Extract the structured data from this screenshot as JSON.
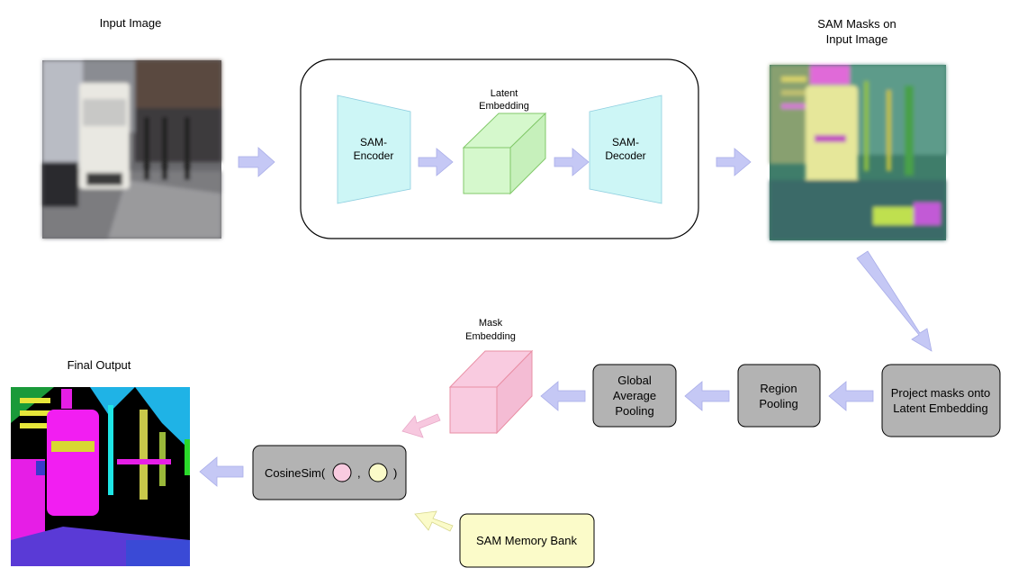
{
  "input_image": {
    "label": "Input Image"
  },
  "encoder": {
    "line1": "SAM-",
    "line2": "Encoder"
  },
  "latent": {
    "line1": "Latent",
    "line2": "Embedding"
  },
  "decoder": {
    "line1": "SAM-",
    "line2": "Decoder"
  },
  "sam_masks": {
    "line1": "SAM Masks on",
    "line2": "Input Image"
  },
  "project": {
    "line1": "Project masks onto",
    "line2": "Latent Embedding"
  },
  "region_pooling": {
    "line1": "Region",
    "line2": "Pooling"
  },
  "gap": {
    "line1": "Global",
    "line2": "Average",
    "line3": "Pooling"
  },
  "mask_embedding": {
    "line1": "Mask",
    "line2": "Embedding"
  },
  "cosine": {
    "prefix": "CosineSim(",
    "comma": ",",
    "suffix": ")"
  },
  "memory_bank": {
    "label": "SAM Memory Bank"
  },
  "final_output": {
    "label": "Final Output"
  },
  "colors": {
    "arrow": "#c5c8f5",
    "arrow_pink": "#f7c8df",
    "arrow_yellow": "#fbfbc9",
    "encoder": "#cdf6f6",
    "latent": "#d5f8cc",
    "latent_stroke": "#82c96a",
    "mask_emb": "#f9cbe0",
    "mask_emb_stroke": "#e98fa5",
    "gray_box": "#b3b3b3",
    "memory": "#fbfbc9",
    "memory_stroke": "#d6b656"
  }
}
